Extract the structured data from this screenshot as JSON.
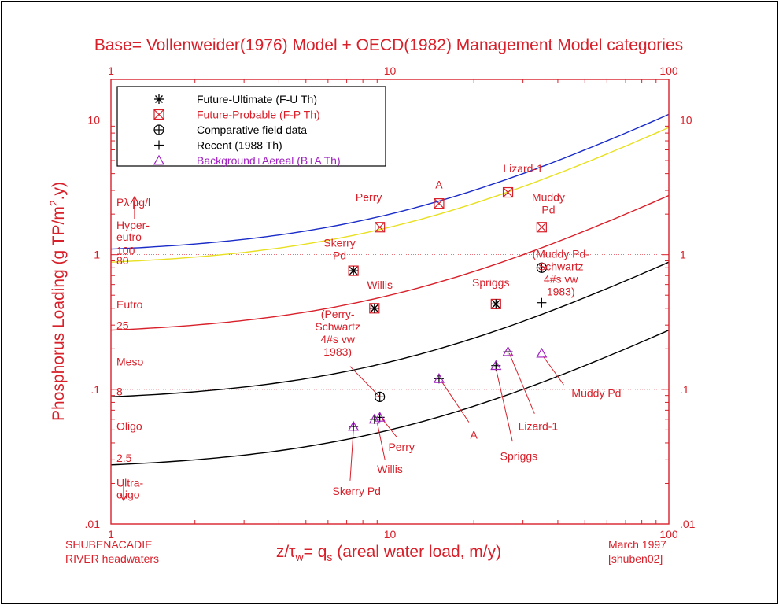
{
  "chart_data": {
    "type": "scatter",
    "title": "Base= Vollenweider(1976) Model + OECD(1982) Management Model categories",
    "xlabel": "z/τw= qs (areal water load, m/y)",
    "xlabel_parts": {
      "pre": "z/τ",
      "sub1": "w",
      "mid": "= q",
      "sub2": "s",
      "post": " (areal water load, m/y)"
    },
    "ylabel": "Phosphorus Loading (g TP/m2.y)",
    "ylabel_parts": {
      "pre": "Phosphorus Loading (g TP/m",
      "sup": "2",
      "post": ".y)"
    },
    "x_scale": "log",
    "y_scale": "log",
    "xlim": [
      1,
      100
    ],
    "ylim": [
      0.01,
      20
    ],
    "x_ticks_bottom": [
      {
        "v": 1,
        "label": "1"
      },
      {
        "v": 10,
        "label": "10"
      },
      {
        "v": 100,
        "label": "100"
      }
    ],
    "x_ticks_top": [
      {
        "v": 1,
        "label": "1"
      },
      {
        "v": 10,
        "label": "10"
      },
      {
        "v": 100,
        "label": "100"
      }
    ],
    "y_ticks_left": [
      {
        "v": 0.01,
        "label": ".01"
      },
      {
        "v": 0.1,
        "label": ".1"
      },
      {
        "v": 1,
        "label": "1"
      },
      {
        "v": 10,
        "label": "10"
      }
    ],
    "y_ticks_right": [
      {
        "v": 0.01,
        "label": ".01"
      },
      {
        "v": 0.1,
        "label": ".1"
      },
      {
        "v": 1,
        "label": "1"
      },
      {
        "v": 10,
        "label": "10"
      }
    ],
    "legend_position": "top-left",
    "legend": [
      {
        "symbol": "asterisk",
        "label": "Future-Ultimate (F-U Th)",
        "color": "#000000"
      },
      {
        "symbol": "boxx",
        "label": "Future-Probable (F-P Th)",
        "color": "#d8202a"
      },
      {
        "symbol": "circleplus",
        "label": "Comparative field data",
        "color": "#000000"
      },
      {
        "symbol": "plus",
        "label": "Recent (1988 Th)",
        "color": "#000000"
      },
      {
        "symbol": "triangle",
        "label": "Background+Aereal (B+A Th)",
        "color": "#a020c0"
      }
    ],
    "curves": [
      {
        "name": "Hyper-eutro 100",
        "p": 100,
        "color": "#1a2cc8"
      },
      {
        "name": "80",
        "p": 80,
        "color": "#e8e020"
      },
      {
        "name": "Eutro 25",
        "p": 25,
        "color": "#d8202a"
      },
      {
        "name": "Meso 8",
        "p": 8,
        "color": "#000000"
      },
      {
        "name": "Oligo 2.5",
        "p": 2.5,
        "color": "#000000"
      }
    ],
    "curve_formula": "L = P * (10 + q) / 1000",
    "series": [
      {
        "name": "Future-Probable (F-P Th)",
        "symbol": "boxx",
        "points": [
          {
            "x": 9.2,
            "y": 1.6
          },
          {
            "x": 15.0,
            "y": 2.4
          },
          {
            "x": 26.5,
            "y": 2.9
          },
          {
            "x": 35.0,
            "y": 1.6
          },
          {
            "x": 7.4,
            "y": 0.76
          },
          {
            "x": 8.8,
            "y": 0.4
          },
          {
            "x": 24.0,
            "y": 0.43
          }
        ]
      },
      {
        "name": "Future-Ultimate (F-U Th)",
        "symbol": "asterisk",
        "points": [
          {
            "x": 7.4,
            "y": 0.76
          },
          {
            "x": 8.8,
            "y": 0.4
          },
          {
            "x": 24.0,
            "y": 0.43
          }
        ]
      },
      {
        "name": "Comparative field data",
        "symbol": "circleplus",
        "points": [
          {
            "x": 35.0,
            "y": 0.8
          },
          {
            "x": 9.2,
            "y": 0.088
          }
        ]
      },
      {
        "name": "Recent (1988 Th)",
        "symbol": "plus",
        "points": [
          {
            "x": 35.0,
            "y": 0.44
          },
          {
            "x": 7.4,
            "y": 0.053
          },
          {
            "x": 8.8,
            "y": 0.06
          },
          {
            "x": 9.2,
            "y": 0.062
          },
          {
            "x": 15.0,
            "y": 0.12
          },
          {
            "x": 24.0,
            "y": 0.15
          },
          {
            "x": 26.5,
            "y": 0.19
          }
        ]
      },
      {
        "name": "Background+Aereal (B+A Th)",
        "symbol": "triangle",
        "points": [
          {
            "x": 7.4,
            "y": 0.053
          },
          {
            "x": 8.8,
            "y": 0.06
          },
          {
            "x": 9.2,
            "y": 0.062
          },
          {
            "x": 15.0,
            "y": 0.12
          },
          {
            "x": 24.0,
            "y": 0.15
          },
          {
            "x": 26.5,
            "y": 0.19
          },
          {
            "x": 35.0,
            "y": 0.185
          }
        ]
      }
    ],
    "annotations": [
      {
        "lines": [
          "Lizard-1"
        ],
        "x": 30.0,
        "y": 4.1
      },
      {
        "lines": [
          "A"
        ],
        "x": 15.0,
        "y": 3.1
      },
      {
        "lines": [
          "Perry"
        ],
        "x": 8.4,
        "y": 2.5
      },
      {
        "lines": [
          "Muddy",
          "Pd"
        ],
        "x": 37.0,
        "y": 2.5
      },
      {
        "lines": [
          "Skerry",
          "Pd"
        ],
        "x": 6.6,
        "y": 1.15
      },
      {
        "lines": [
          "Willis"
        ],
        "x": 9.2,
        "y": 0.56
      },
      {
        "lines": [
          "(Muddy Pd-",
          "Schwartz",
          "4#s vw",
          "1983)"
        ],
        "x": 41.0,
        "y": 0.95
      },
      {
        "lines": [
          "Spriggs"
        ],
        "x": 23.0,
        "y": 0.58
      },
      {
        "lines": [
          "(Perry-",
          "Schwartz",
          "4#s vw",
          "1983)"
        ],
        "x": 6.5,
        "y": 0.34
      },
      {
        "lines": [
          "Muddy Pd"
        ],
        "x": 55.0,
        "y": 0.088
      },
      {
        "lines": [
          "Lizard-1"
        ],
        "x": 34.0,
        "y": 0.05
      },
      {
        "lines": [
          "Spriggs"
        ],
        "x": 29.0,
        "y": 0.03
      },
      {
        "lines": [
          "A"
        ],
        "x": 20.0,
        "y": 0.043
      },
      {
        "lines": [
          "Perry"
        ],
        "x": 11.0,
        "y": 0.035
      },
      {
        "lines": [
          "Willis"
        ],
        "x": 10.0,
        "y": 0.024
      },
      {
        "lines": [
          "Skerry Pd"
        ],
        "x": 7.6,
        "y": 0.0165
      }
    ],
    "leaders": [
      {
        "x1": 9.2,
        "y1": 0.088,
        "x2": 7.2,
        "y2": 0.148
      },
      {
        "x1": 35.5,
        "y1": 0.175,
        "x2": 42.0,
        "y2": 0.108
      },
      {
        "x1": 26.8,
        "y1": 0.185,
        "x2": 33.0,
        "y2": 0.066
      },
      {
        "x1": 24.0,
        "y1": 0.143,
        "x2": 27.5,
        "y2": 0.041
      },
      {
        "x1": 15.3,
        "y1": 0.115,
        "x2": 19.2,
        "y2": 0.057
      },
      {
        "x1": 9.4,
        "y1": 0.06,
        "x2": 10.6,
        "y2": 0.044
      },
      {
        "x1": 9.0,
        "y1": 0.057,
        "x2": 9.6,
        "y2": 0.03
      },
      {
        "x1": 7.4,
        "y1": 0.05,
        "x2": 7.2,
        "y2": 0.021
      }
    ],
    "categories_side": [
      {
        "lines": [
          "Pλ μg/l"
        ],
        "y": 2.3
      },
      {
        "lines": [
          "Hyper-",
          "eutro"
        ],
        "y": 1.55
      },
      {
        "lines": [
          "100"
        ],
        "y": 1.0
      },
      {
        "lines": [
          "80"
        ],
        "y": 0.85
      },
      {
        "lines": [
          "Eutro"
        ],
        "y": 0.4
      },
      {
        "lines": [
          "25"
        ],
        "y": 0.28
      },
      {
        "lines": [
          "Meso"
        ],
        "y": 0.15
      },
      {
        "lines": [
          "8"
        ],
        "y": 0.09
      },
      {
        "lines": [
          "Oligo"
        ],
        "y": 0.05
      },
      {
        "lines": [
          "2.5"
        ],
        "y": 0.029
      },
      {
        "lines": [
          "Ultra-",
          "oligo"
        ],
        "y": 0.019
      }
    ],
    "footer_left": [
      "SHUBENACADIE",
      "RIVER headwaters"
    ],
    "footer_right": [
      "March 1997",
      "[shuben02]"
    ]
  }
}
